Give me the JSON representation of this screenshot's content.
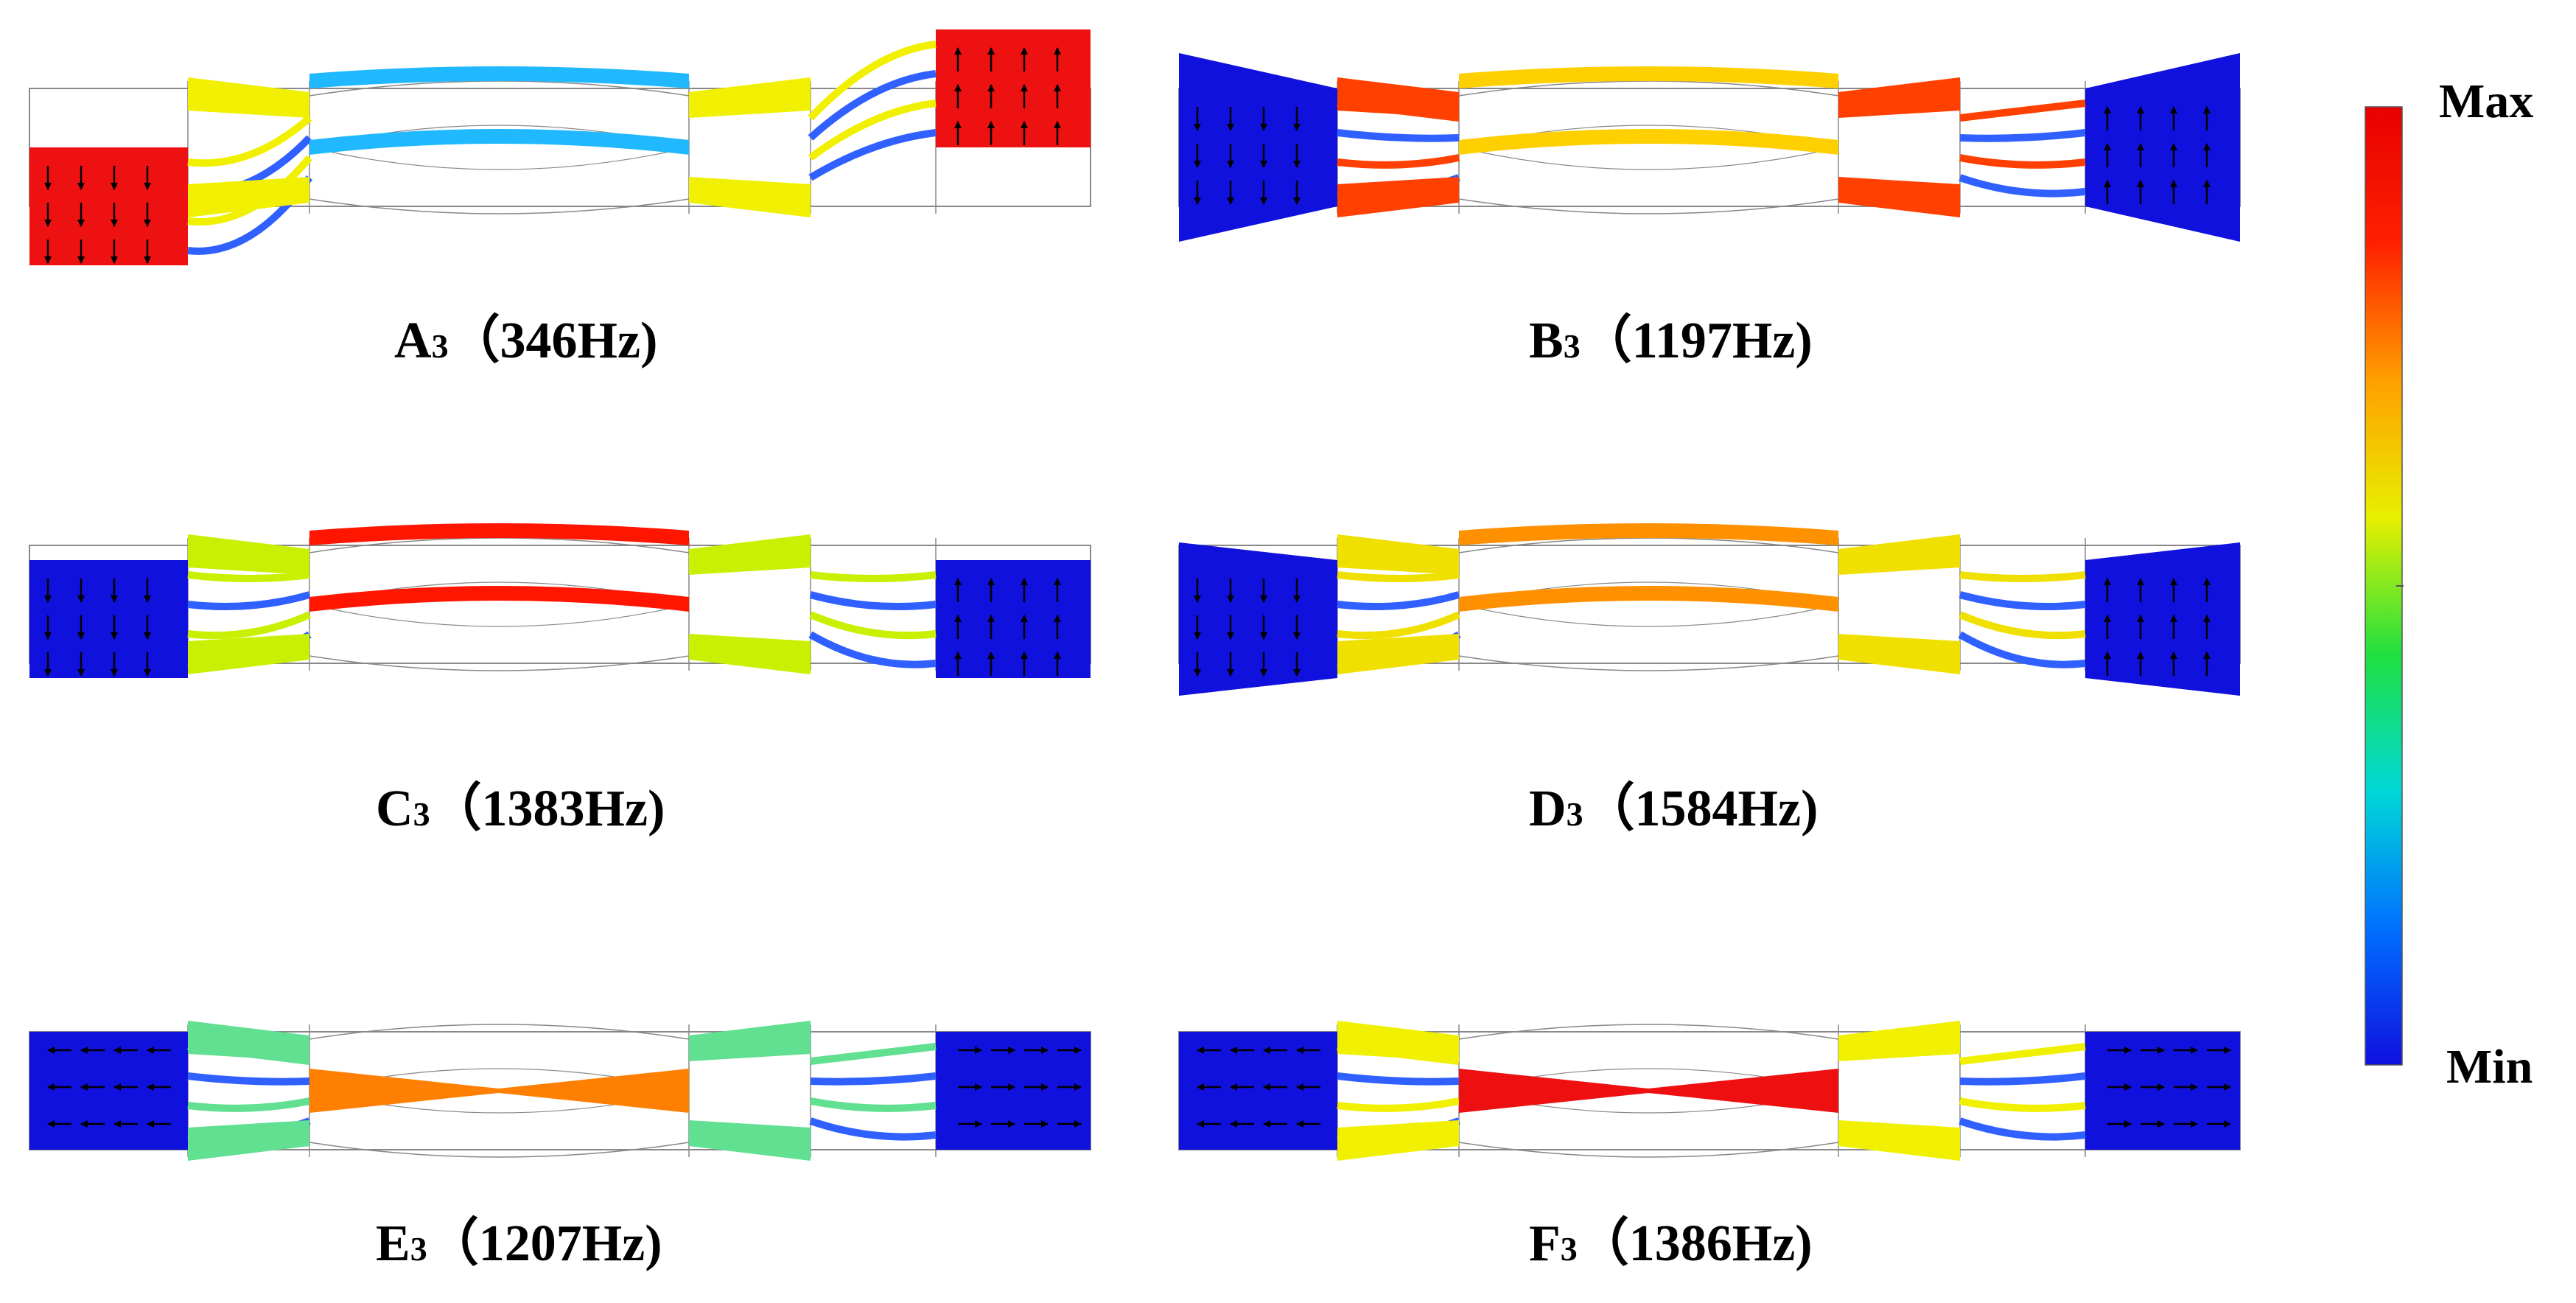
{
  "panels": [
    {
      "letter": "A",
      "index": "3",
      "freq": "（346Hz)",
      "mode": "A"
    },
    {
      "letter": "B",
      "index": "3",
      "freq": "（1197Hz)",
      "mode": "B"
    },
    {
      "letter": "C",
      "index": "3",
      "freq": "（1383Hz)",
      "mode": "C"
    },
    {
      "letter": "D",
      "index": "3",
      "freq": "（1584Hz)",
      "mode": "D"
    },
    {
      "letter": "E",
      "index": "3",
      "freq": "（1207Hz)",
      "mode": "E"
    },
    {
      "letter": "F",
      "index": "3",
      "freq": "（1386Hz)",
      "mode": "F"
    }
  ],
  "colorbar": {
    "max_label": "Max",
    "min_label": "Min",
    "stops": [
      "#1010e0",
      "#0070ff",
      "#00d8d8",
      "#20e040",
      "#e8f000",
      "#ffa000",
      "#ff2000",
      "#e80000"
    ]
  },
  "colors": {
    "max": "#ee1111",
    "min": "#1111dd",
    "outline": "#888888",
    "arrow": "#000000"
  }
}
